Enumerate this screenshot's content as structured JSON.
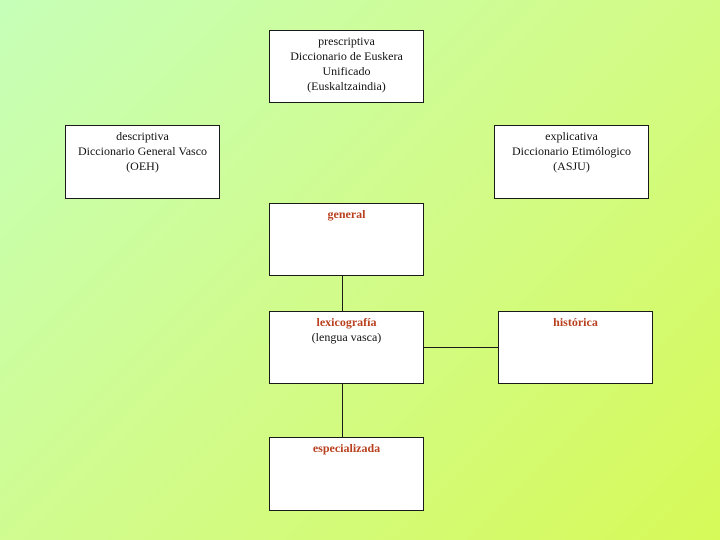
{
  "boxes": {
    "prescriptiva": {
      "lines": [
        "prescriptiva",
        "Diccionario de Euskera",
        "Unificado",
        "(Euskaltzaindia)"
      ]
    },
    "descriptiva": {
      "lines": [
        "descriptiva",
        "Diccionario General Vasco",
        "(OEH)"
      ]
    },
    "explicativa": {
      "lines": [
        "explicativa",
        "Diccionario Etimólogico",
        "(ASJU)"
      ]
    },
    "general": {
      "title": "general"
    },
    "lexicografia": {
      "title": "lexicografía",
      "subtitle": "(lengua vasca)"
    },
    "historica": {
      "title": "histórica"
    },
    "especializada": {
      "title": "especializada"
    }
  },
  "colors": {
    "accent_text": "#b8401f",
    "box_fill": "#ffffff",
    "border": "#1a1a1a",
    "background_start": "#c6ffb8",
    "background_end": "#d6fa58"
  }
}
